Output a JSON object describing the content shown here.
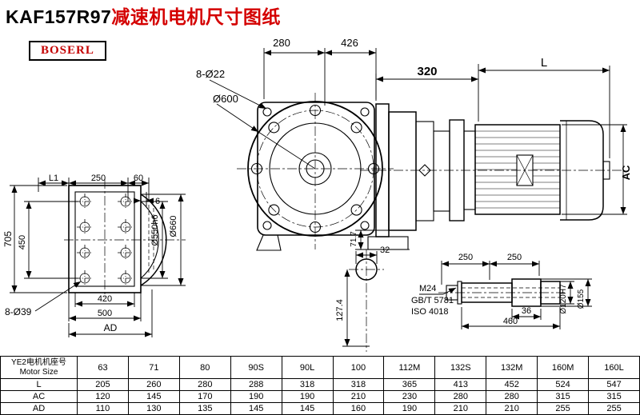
{
  "title": {
    "model": "KAF157R97",
    "suffix": "减速机电机尺寸图纸"
  },
  "logo": {
    "text": "BOSERL"
  },
  "colors": {
    "accent_red": "#d40000",
    "line": "#000000",
    "background": "#ffffff"
  },
  "drawing": {
    "front_view": {
      "holes": "8-Ø22",
      "dia600": "Ø600",
      "dim280": "280",
      "dim426": "426"
    },
    "left_view": {
      "dimL1": "L1",
      "dim250": "250",
      "dim60": "60",
      "dim6": "6",
      "dim705": "705",
      "dim450": "450",
      "holes": "8-Ø39",
      "dim420": "420",
      "dim500": "500",
      "dimAD": "AD",
      "dia550": "Ø550h6",
      "dia660": "Ø660"
    },
    "motor_view": {
      "dim320": "320",
      "dimL": "L",
      "dimAC": "AC",
      "dim717": "71.7"
    },
    "section_view": {
      "dim32": "32",
      "dim1274": "127.4"
    },
    "shaft_view": {
      "dim250a": "250",
      "dim250b": "250",
      "m24": "M24",
      "gb": "GB/T 5781",
      "iso": "ISO 4018",
      "dim36": "36",
      "dim460": "460",
      "dia120": "Ø120H7",
      "dia155": "Ø155"
    }
  },
  "table": {
    "header_line1": "YE2电机机座号",
    "header_line2": "Motor Size",
    "sizes": [
      "63",
      "71",
      "80",
      "90S",
      "90L",
      "100",
      "112M",
      "132S",
      "132M",
      "160M",
      "160L"
    ],
    "rows": [
      {
        "label": "L",
        "values": [
          "205",
          "260",
          "280",
          "288",
          "318",
          "318",
          "365",
          "413",
          "452",
          "524",
          "547"
        ]
      },
      {
        "label": "AC",
        "values": [
          "120",
          "145",
          "170",
          "190",
          "190",
          "210",
          "230",
          "280",
          "280",
          "315",
          "315"
        ]
      },
      {
        "label": "AD",
        "values": [
          "110",
          "130",
          "135",
          "145",
          "145",
          "160",
          "190",
          "210",
          "210",
          "255",
          "255"
        ]
      }
    ]
  }
}
